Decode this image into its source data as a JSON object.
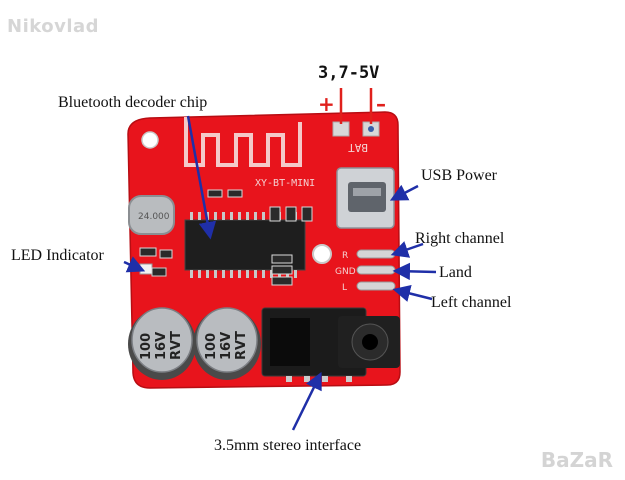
{
  "watermark": "Nikovlad",
  "brand": "BaZaR",
  "voltage": "3,7-5V",
  "plus_sign": "+",
  "minus_sign": "–",
  "labels": {
    "chip": "Bluetooth decoder chip",
    "usb": "USB Power",
    "right": "Right channel",
    "land": "Land",
    "left": "Left channel",
    "led": "LED Indicator",
    "jack": "3.5mm stereo interface"
  },
  "board": {
    "model": "XY-BT-MINI",
    "bat": "BAT",
    "crystal": "24.000",
    "cap_text": [
      "100",
      "16V",
      "RVT"
    ],
    "pin_r": "R",
    "pin_gnd": "GND",
    "pin_l": "L"
  },
  "colors": {
    "board": "#e8141c",
    "arrow": "#1f2fa8",
    "power_line": "#e0201c"
  }
}
